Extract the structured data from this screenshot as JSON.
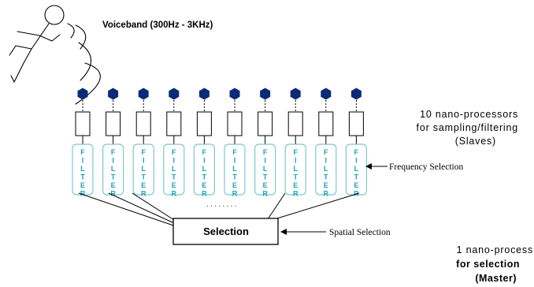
{
  "diagram": {
    "voiceband_label": "Voiceband (300Hz - 3KHz)",
    "slaves_label_lines": [
      "10 nano-processors",
      "for sampling/filtering",
      "(Slaves)"
    ],
    "frequency_selection_label": "Frequency Selection",
    "selection_box_label": "Selection",
    "spatial_selection_label": "Spatial Selection",
    "master_label_lines": [
      "1 nano-process",
      "for selection",
      "(Master)"
    ],
    "filter_letters": [
      "F",
      "I",
      "L",
      "T",
      "E",
      "R"
    ],
    "processor_count": 10,
    "ellipsis": "........",
    "colors": {
      "node": "#0b2a78",
      "filter_outline": "#7fc8cc",
      "filter_text": "#18a3b8",
      "line": "#000000"
    }
  }
}
